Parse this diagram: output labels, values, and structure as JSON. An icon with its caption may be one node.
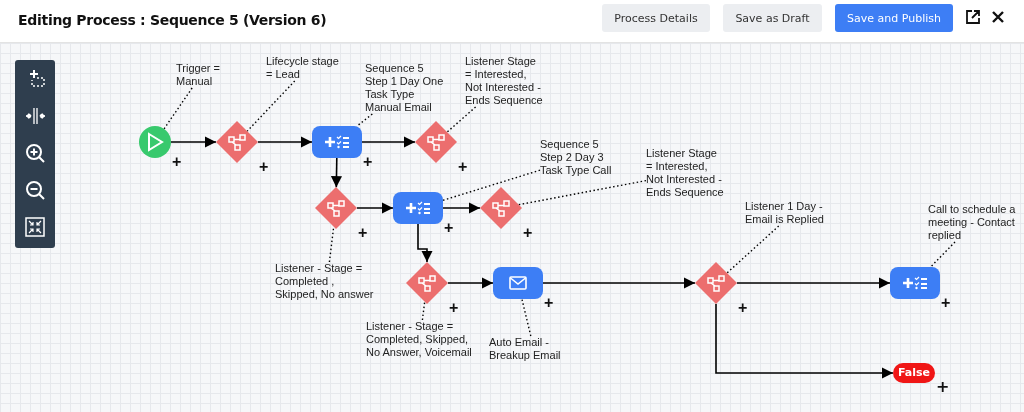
{
  "diagram": {
    "title": "Editing Process : Sequence 5 (Version 6)",
    "nodes": [
      {
        "text": [],
        "shape": "circle",
        "beside": [
          "+"
        ]
      },
      {
        "text": [],
        "shape": "diamond",
        "beside": [
          "+"
        ]
      },
      {
        "text": [],
        "shape": "box",
        "beside": [
          "+"
        ]
      },
      {
        "text": [],
        "shape": "diamond",
        "beside": [
          "+"
        ]
      },
      {
        "text": [],
        "shape": "diamond",
        "beside": [
          "+"
        ]
      },
      {
        "text": [],
        "shape": "box",
        "beside": [
          "+"
        ]
      },
      {
        "text": [],
        "shape": "diamond",
        "beside": [
          "+"
        ]
      },
      {
        "text": [],
        "shape": "diamond",
        "beside": [
          "+"
        ]
      },
      {
        "text": [],
        "shape": "box",
        "beside": [
          "+"
        ]
      },
      {
        "text": [],
        "shape": "diamond",
        "beside": [
          "+"
        ]
      },
      {
        "text": [],
        "shape": "box",
        "beside": [
          "+"
        ]
      },
      {
        "text": [
          "False"
        ],
        "beside": [
          "+"
        ]
      },
      {
        "text": [
          "Trigger = Manual"
        ]
      },
      {
        "text": [
          "Lifecycle stage = Lead"
        ]
      },
      {
        "text": [
          "Sequence 5 Step 1 Day One Task Type Manual Email"
        ]
      },
      {
        "text": [
          "Listener Stage = Interested, Not Interested - Ends Sequence"
        ]
      },
      {
        "text": [
          "Sequence 5 Step 2 Day 3 Task Type Call"
        ]
      },
      {
        "text": [
          "Listener Stage = Interested, Not Interested - Ends Sequence"
        ]
      },
      {
        "text": [
          "Listener - Stage = Completed , Skipped, No answer"
        ]
      },
      {
        "text": [
          "Listener - Stage = Completed, Skipped, No Answer, Voicemail"
        ]
      },
      {
        "text": [
          "Auto Email - Breakup Email"
        ]
      },
      {
        "text": [
          "Listener 1 Day - Email is Replied"
        ]
      },
      {
        "text": [
          "Call to schedule a meeting - Contact replied"
        ]
      }
    ],
    "edges": [
      {
        "from": 0,
        "to": 1,
        "arrow": "to"
      },
      {
        "from": 1,
        "to": 2,
        "arrow": "to"
      },
      {
        "from": 2,
        "to": 3,
        "arrow": "to"
      },
      {
        "from": 2,
        "to": 4,
        "arrow": "to"
      },
      {
        "from": 4,
        "to": 5,
        "arrow": "to"
      },
      {
        "from": 5,
        "to": 6,
        "arrow": "to"
      },
      {
        "from": 5,
        "to": 7,
        "arrow": "to"
      },
      {
        "from": 7,
        "to": 8,
        "arrow": "to"
      },
      {
        "from": 8,
        "to": 9,
        "arrow": "to"
      },
      {
        "from": 9,
        "to": 10,
        "arrow": "to"
      },
      {
        "from": 9,
        "to": 11,
        "arrow": "to"
      },
      {
        "from": 12,
        "to": 0,
        "arrow": "none",
        "style": "dashed"
      },
      {
        "from": 13,
        "to": 1,
        "arrow": "none",
        "style": "dashed"
      },
      {
        "from": 14,
        "to": 2,
        "arrow": "none",
        "style": "dashed"
      },
      {
        "from": 15,
        "to": 3,
        "arrow": "none",
        "style": "dashed"
      },
      {
        "from": 16,
        "to": 5,
        "arrow": "none",
        "style": "dashed"
      },
      {
        "from": 17,
        "to": 6,
        "arrow": "none",
        "style": "dashed"
      },
      {
        "from": 18,
        "to": 4,
        "arrow": "none",
        "style": "dashed"
      },
      {
        "from": 19,
        "to": 7,
        "arrow": "none",
        "style": "dashed"
      },
      {
        "from": 20,
        "to": 8,
        "arrow": "none",
        "style": "dashed"
      },
      {
        "from": 21,
        "to": 9,
        "arrow": "none",
        "style": "dashed"
      },
      {
        "from": 22,
        "to": 10,
        "arrow": "none",
        "style": "dashed"
      }
    ],
    "labels": [
      "Process Details",
      "Save as Draft",
      "Save and Publish"
    ]
  }
}
